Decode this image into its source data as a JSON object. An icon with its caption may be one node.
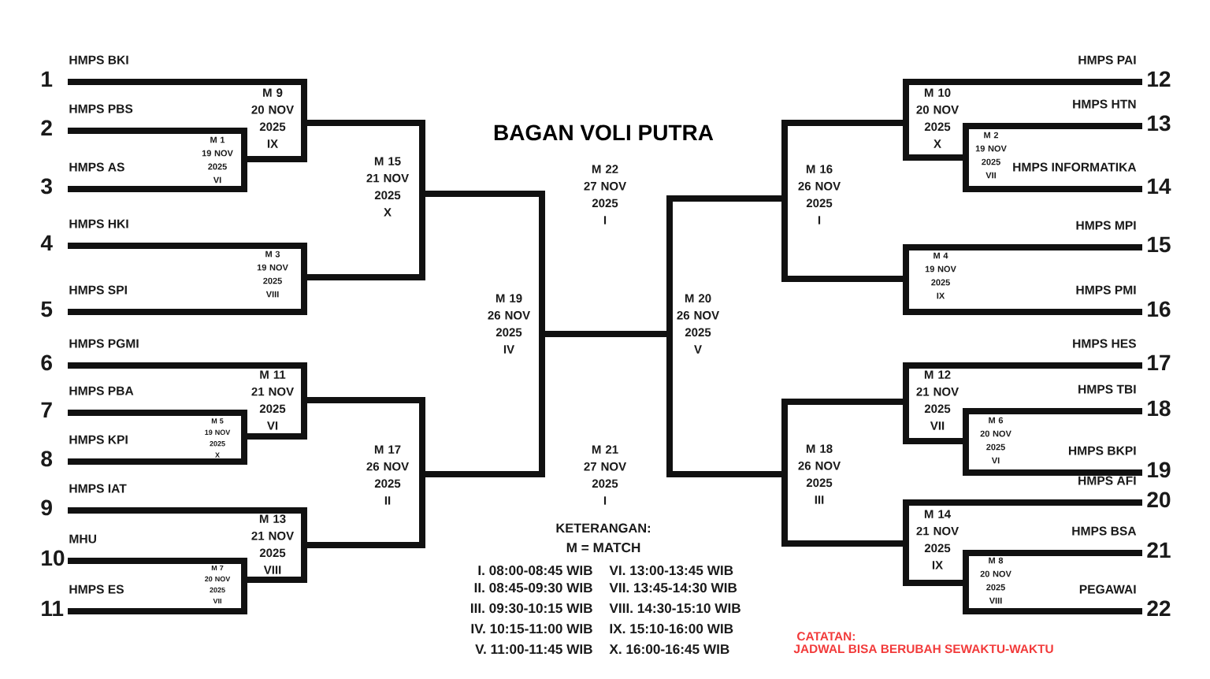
{
  "diagram": {
    "title": "BAGAN VOLI PUTRA",
    "nodes": [
      {
        "text": [
          "HMPS BKI"
        ],
        "beside": [
          "1"
        ]
      },
      {
        "text": [
          "HMPS PBS"
        ],
        "beside": [
          "2"
        ]
      },
      {
        "text": [
          "HMPS AS"
        ],
        "beside": [
          "3"
        ]
      },
      {
        "text": [
          "HMPS HKI"
        ],
        "beside": [
          "4"
        ]
      },
      {
        "text": [
          "HMPS SPI"
        ],
        "beside": [
          "5"
        ]
      },
      {
        "text": [
          "HMPS PGMI"
        ],
        "beside": [
          "6"
        ]
      },
      {
        "text": [
          "HMPS PBA"
        ],
        "beside": [
          "7"
        ]
      },
      {
        "text": [
          "HMPS KPI"
        ],
        "beside": [
          "8"
        ]
      },
      {
        "text": [
          "HMPS IAT"
        ],
        "beside": [
          "9"
        ]
      },
      {
        "text": [
          "MHU"
        ],
        "beside": [
          "10"
        ]
      },
      {
        "text": [
          "HMPS ES"
        ],
        "beside": [
          "11"
        ]
      },
      {
        "text": [
          "HMPS PAI"
        ],
        "beside": [
          "12"
        ]
      },
      {
        "text": [
          "HMPS HTN"
        ],
        "beside": [
          "13"
        ]
      },
      {
        "text": [
          "HMPS INFORMATIKA"
        ],
        "beside": [
          "14"
        ]
      },
      {
        "text": [
          "HMPS MPI"
        ],
        "beside": [
          "15"
        ]
      },
      {
        "text": [
          "HMPS PMI"
        ],
        "beside": [
          "16"
        ]
      },
      {
        "text": [
          "HMPS HES"
        ],
        "beside": [
          "17"
        ]
      },
      {
        "text": [
          "HMPS TBI"
        ],
        "beside": [
          "18"
        ]
      },
      {
        "text": [
          "HMPS BKPI"
        ],
        "beside": [
          "19"
        ]
      },
      {
        "text": [
          "HMPS AFI"
        ],
        "beside": [
          "20"
        ]
      },
      {
        "text": [
          "HMPS BSA"
        ],
        "beside": [
          "21"
        ]
      },
      {
        "text": [
          "PEGAWAI"
        ],
        "beside": [
          "22"
        ]
      },
      {
        "text": [
          "M 1",
          "19 NOV 2025",
          "VI"
        ]
      },
      {
        "text": [
          "M 2",
          "19 NOV 2025",
          "VII"
        ]
      },
      {
        "text": [
          "M 3",
          "19 NOV 2025",
          "VIII"
        ]
      },
      {
        "text": [
          "M 4",
          "19 NOV 2025",
          "IX"
        ]
      },
      {
        "text": [
          "M 5",
          "19 NOV 2025",
          "X"
        ]
      },
      {
        "text": [
          "M 6",
          "20 NOV 2025",
          "VI"
        ]
      },
      {
        "text": [
          "M 7",
          "20 NOV 2025",
          "VII"
        ]
      },
      {
        "text": [
          "M 8",
          "20 NOV 2025",
          "VIII"
        ]
      },
      {
        "text": [
          "M 9",
          "20 NOV 2025",
          "IX"
        ]
      },
      {
        "text": [
          "M 10",
          "20 NOV 2025",
          "X"
        ]
      },
      {
        "text": [
          "M 11",
          "21 NOV 2025",
          "VI"
        ]
      },
      {
        "text": [
          "M 12",
          "21 NOV 2025",
          "VII"
        ]
      },
      {
        "text": [
          "M 13",
          "21 NOV 2025",
          "VIII"
        ]
      },
      {
        "text": [
          "M 14",
          "21 NOV 2025",
          "IX"
        ]
      },
      {
        "text": [
          "M 15",
          "21 NOV 2025",
          "X"
        ]
      },
      {
        "text": [
          "M 16",
          "26 NOV 2025",
          "I"
        ]
      },
      {
        "text": [
          "M 17",
          "26 NOV 2025",
          "II"
        ]
      },
      {
        "text": [
          "M 18",
          "26 NOV 2025",
          "III"
        ]
      },
      {
        "text": [
          "M 19",
          "26 NOV 2025",
          "IV"
        ]
      },
      {
        "text": [
          "M 20",
          "26 NOV 2025",
          "V"
        ]
      }
    ],
    "edges": [
      {
        "from": 0,
        "to": 30,
        "arrow": "none"
      },
      {
        "from": 1,
        "to": 22,
        "arrow": "none"
      },
      {
        "from": 2,
        "to": 22,
        "arrow": "none"
      },
      {
        "from": 22,
        "to": 30,
        "arrow": "none"
      },
      {
        "from": 30,
        "to": 36,
        "arrow": "none"
      },
      {
        "from": 3,
        "to": 24,
        "arrow": "none"
      },
      {
        "from": 4,
        "to": 24,
        "arrow": "none"
      },
      {
        "from": 24,
        "to": 36,
        "arrow": "none"
      },
      {
        "from": 36,
        "to": 40,
        "arrow": "none"
      },
      {
        "from": 5,
        "to": 32,
        "arrow": "none"
      },
      {
        "from": 6,
        "to": 26,
        "arrow": "none"
      },
      {
        "from": 7,
        "to": 26,
        "arrow": "none"
      },
      {
        "from": 26,
        "to": 32,
        "arrow": "none"
      },
      {
        "from": 32,
        "to": 38,
        "arrow": "none"
      },
      {
        "from": 8,
        "to": 34,
        "arrow": "none"
      },
      {
        "from": 9,
        "to": 28,
        "arrow": "none"
      },
      {
        "from": 10,
        "to": 28,
        "arrow": "none"
      },
      {
        "from": 28,
        "to": 34,
        "arrow": "none"
      },
      {
        "from": 34,
        "to": 38,
        "arrow": "none"
      },
      {
        "from": 38,
        "to": 40,
        "arrow": "none"
      },
      {
        "from": 40,
        "to": 41,
        "arrow": "none"
      },
      {
        "from": 11,
        "to": 31,
        "arrow": "none"
      },
      {
        "from": 12,
        "to": 23,
        "arrow": "none"
      },
      {
        "from": 13,
        "to": 23,
        "arrow": "none"
      },
      {
        "from": 23,
        "to": 31,
        "arrow": "none"
      },
      {
        "from": 31,
        "to": 37,
        "arrow": "none"
      },
      {
        "from": 14,
        "to": 25,
        "arrow": "none"
      },
      {
        "from": 15,
        "to": 25,
        "arrow": "none"
      },
      {
        "from": 25,
        "to": 37,
        "arrow": "none"
      },
      {
        "from": 37,
        "to": 41,
        "arrow": "none"
      },
      {
        "from": 16,
        "to": 33,
        "arrow": "none"
      },
      {
        "from": 17,
        "to": 27,
        "arrow": "none"
      },
      {
        "from": 18,
        "to": 27,
        "arrow": "none"
      },
      {
        "from": 27,
        "to": 33,
        "arrow": "none"
      },
      {
        "from": 33,
        "to": 39,
        "arrow": "none"
      },
      {
        "from": 19,
        "to": 35,
        "arrow": "none"
      },
      {
        "from": 20,
        "to": 29,
        "arrow": "none"
      },
      {
        "from": 21,
        "to": 29,
        "arrow": "none"
      },
      {
        "from": 29,
        "to": 35,
        "arrow": "none"
      },
      {
        "from": 35,
        "to": 39,
        "arrow": "none"
      },
      {
        "from": 39,
        "to": 41,
        "arrow": "none"
      }
    ],
    "labels": [
      "M 22",
      "27 NOV 2025",
      "I",
      "M 21",
      "27 NOV 2025",
      "I",
      "KETERANGAN:",
      "M = MATCH",
      "I. 08:00-08:45 WIB",
      "VI. 13:00-13:45 WIB",
      "II. 08:45-09:30 WIB",
      "VII. 13:45-14:30 WIB",
      "III. 09:30-10:15 WIB",
      "VIII. 14:30-15:10 WIB",
      "IV. 10:15-11:00 WIB",
      "IX. 15:10-16:00 WIB",
      "V. 11:00-11:45 WIB",
      "X. 16:00-16:45 WIB",
      "CATATAN:",
      "JADWAL BISA BERUBAH SEWAKTU-WAKTU"
    ]
  }
}
